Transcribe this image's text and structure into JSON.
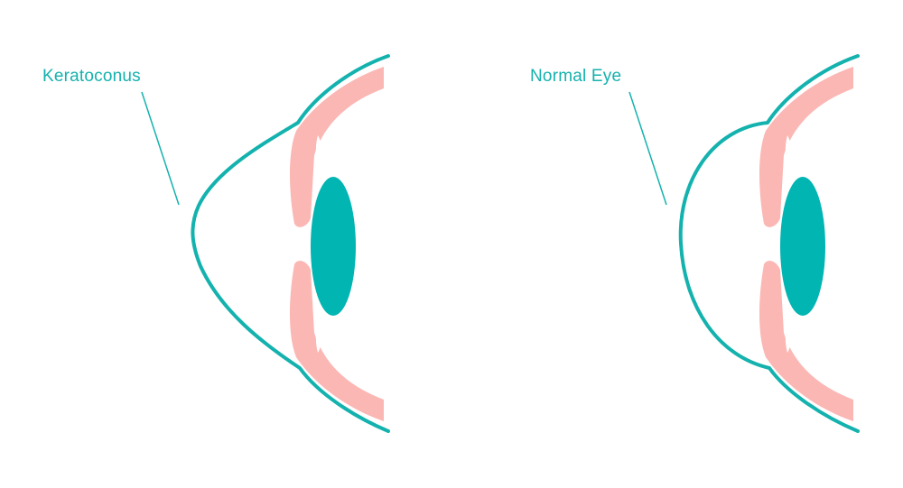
{
  "colors": {
    "teal": "#14b2ae",
    "lens": "#00b5b2",
    "pink": "#fbb7b4",
    "background": "#ffffff"
  },
  "diagrams": [
    {
      "label": "Keratoconus",
      "cornea_shape": "cone"
    },
    {
      "label": "Normal Eye",
      "cornea_shape": "dome"
    }
  ]
}
